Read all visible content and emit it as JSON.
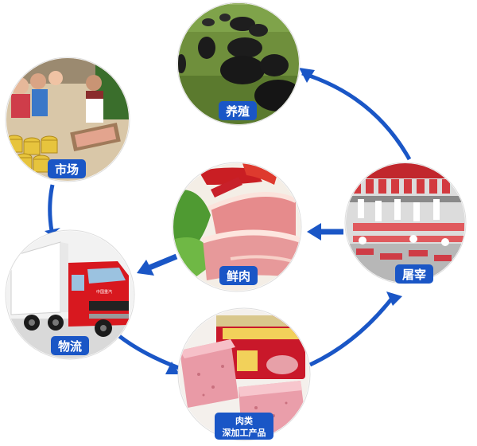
{
  "nodes": {
    "breeding": {
      "label": "养殖"
    },
    "slaughter": {
      "label": "屠宰"
    },
    "fresh_meat": {
      "label": "鲜肉"
    },
    "processed": {
      "label_line1": "肉类",
      "label_line2": "深加工产品"
    },
    "logistics": {
      "label": "物流",
      "vehicle_text": "中国重汽"
    },
    "market": {
      "label": "市场"
    }
  },
  "colors": {
    "arrow": "#1a56c6",
    "label_bg": "#1a56c6",
    "label_text": "#ffffff"
  }
}
